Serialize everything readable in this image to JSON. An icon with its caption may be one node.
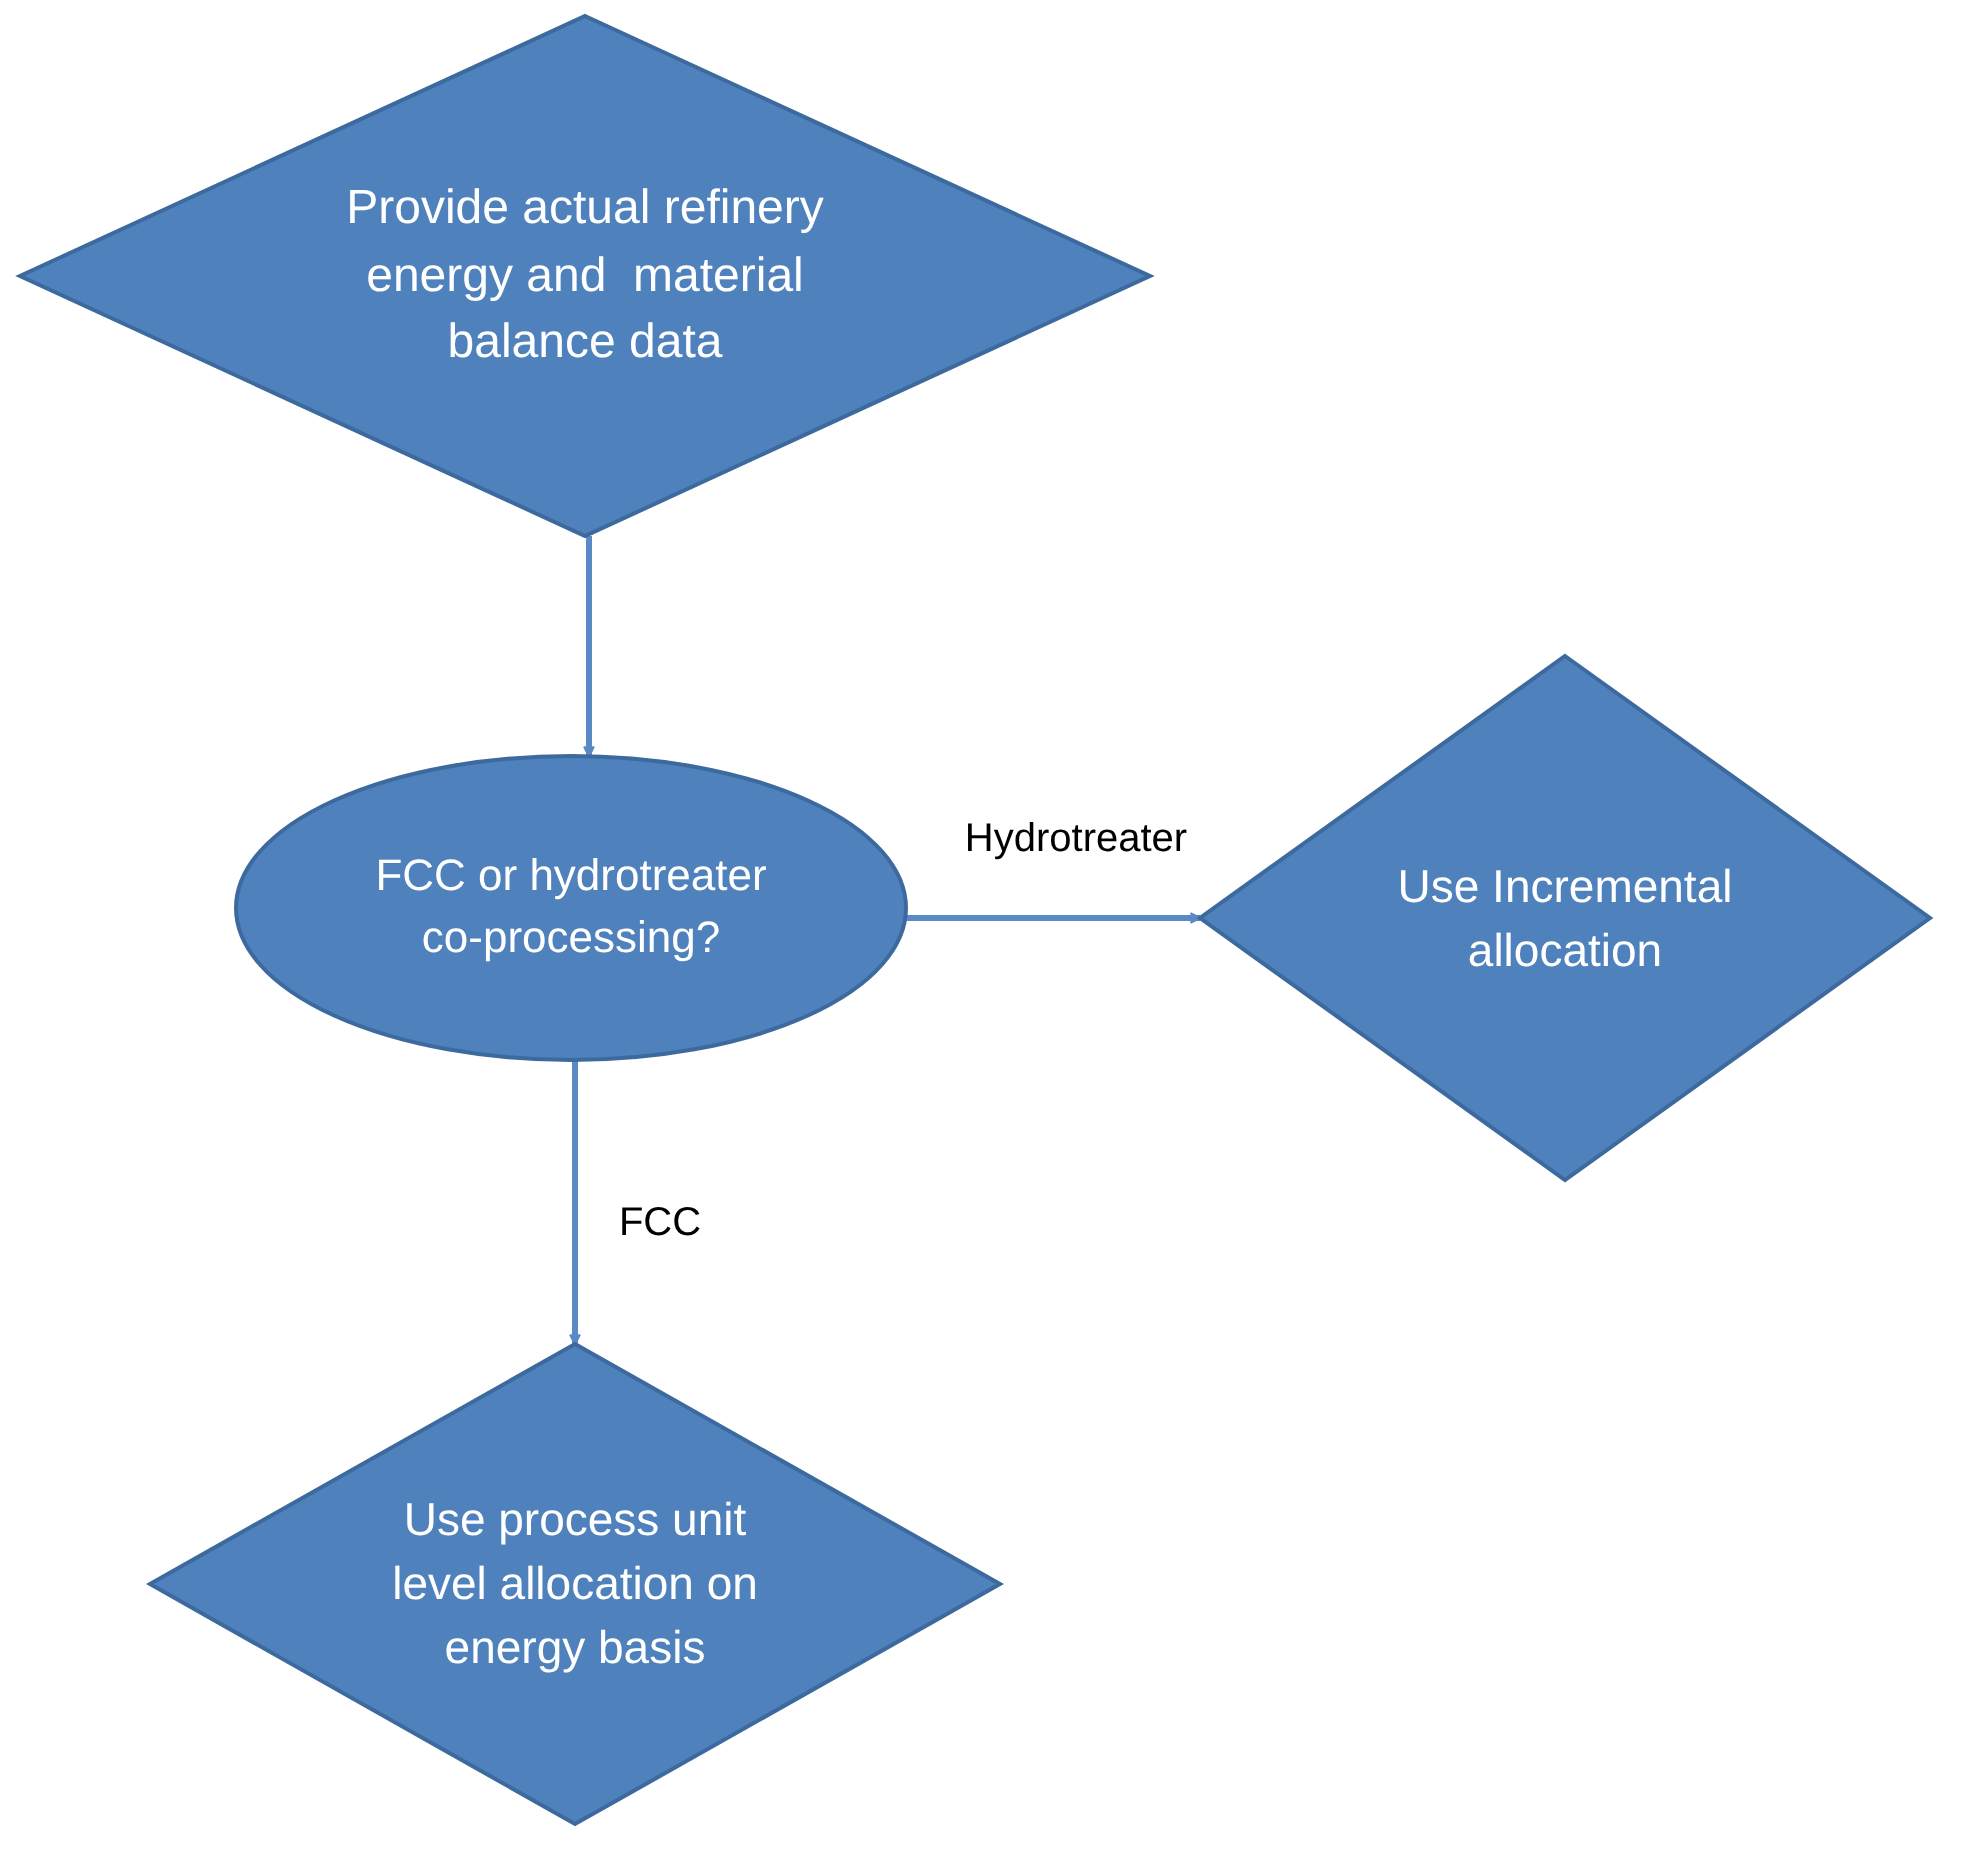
{
  "diagram": {
    "nodes": [
      {
        "text": [
          "Provide actual refinery energy and  material balance data"
        ]
      },
      {
        "text": [
          "FCC or hydrotreater co-processing?"
        ]
      },
      {
        "text": [
          "Use Incremental allocation"
        ]
      },
      {
        "text": [
          "Use process unit level allocation on energy basis"
        ]
      }
    ],
    "edges": [
      {
        "from": 0,
        "to": 1,
        "arrow": "to"
      },
      {
        "from": 1,
        "to": 2,
        "arrow": "to",
        "label": "Hydrotreater"
      },
      {
        "from": 1,
        "to": 3,
        "arrow": "to",
        "label": "FCC"
      }
    ]
  }
}
